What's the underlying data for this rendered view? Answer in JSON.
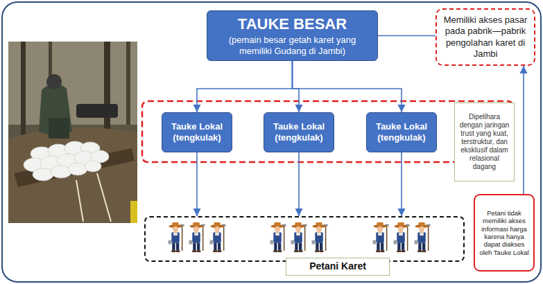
{
  "diagram": {
    "nodes": [
      {
        "text": [
          "TAUKE BESAR",
          "(pemain besar getah karet yang memiliki Gudang di Jambi)"
        ]
      },
      {
        "text": [
          "Memiliki akses pasar pada pabrik—pabrik pengolahan karet di Jambi"
        ]
      },
      {
        "text": [
          "Tauke Lokal (tengkulak)"
        ]
      },
      {
        "text": [
          "Tauke Lokal (tengkulak)"
        ]
      },
      {
        "text": [
          "Tauke Lokal (tengkulak)"
        ]
      },
      {
        "text": [
          "Dipelihara dengan jaringan trust yang kuat, terstruktur, dan eksklusif dalam relasional dagang"
        ]
      },
      {
        "text": [
          "Petani Karet"
        ]
      },
      {
        "text": [
          "Petani tidak memiliki akses informasi harga karena hanya dapat diakses oleh Tauke Lokal"
        ]
      }
    ],
    "edges": [
      {
        "from": 0,
        "to": 1,
        "arrow": "none"
      },
      {
        "from": 0,
        "to": 2,
        "arrow": "to"
      },
      {
        "from": 0,
        "to": 3,
        "arrow": "to"
      },
      {
        "from": 0,
        "to": 4,
        "arrow": "to"
      },
      {
        "from": 2,
        "to": 6,
        "arrow": "to"
      },
      {
        "from": 3,
        "to": 6,
        "arrow": "to"
      },
      {
        "from": 4,
        "to": 6,
        "arrow": "to"
      },
      {
        "from": 7,
        "to": 1,
        "arrow": "to"
      }
    ]
  }
}
